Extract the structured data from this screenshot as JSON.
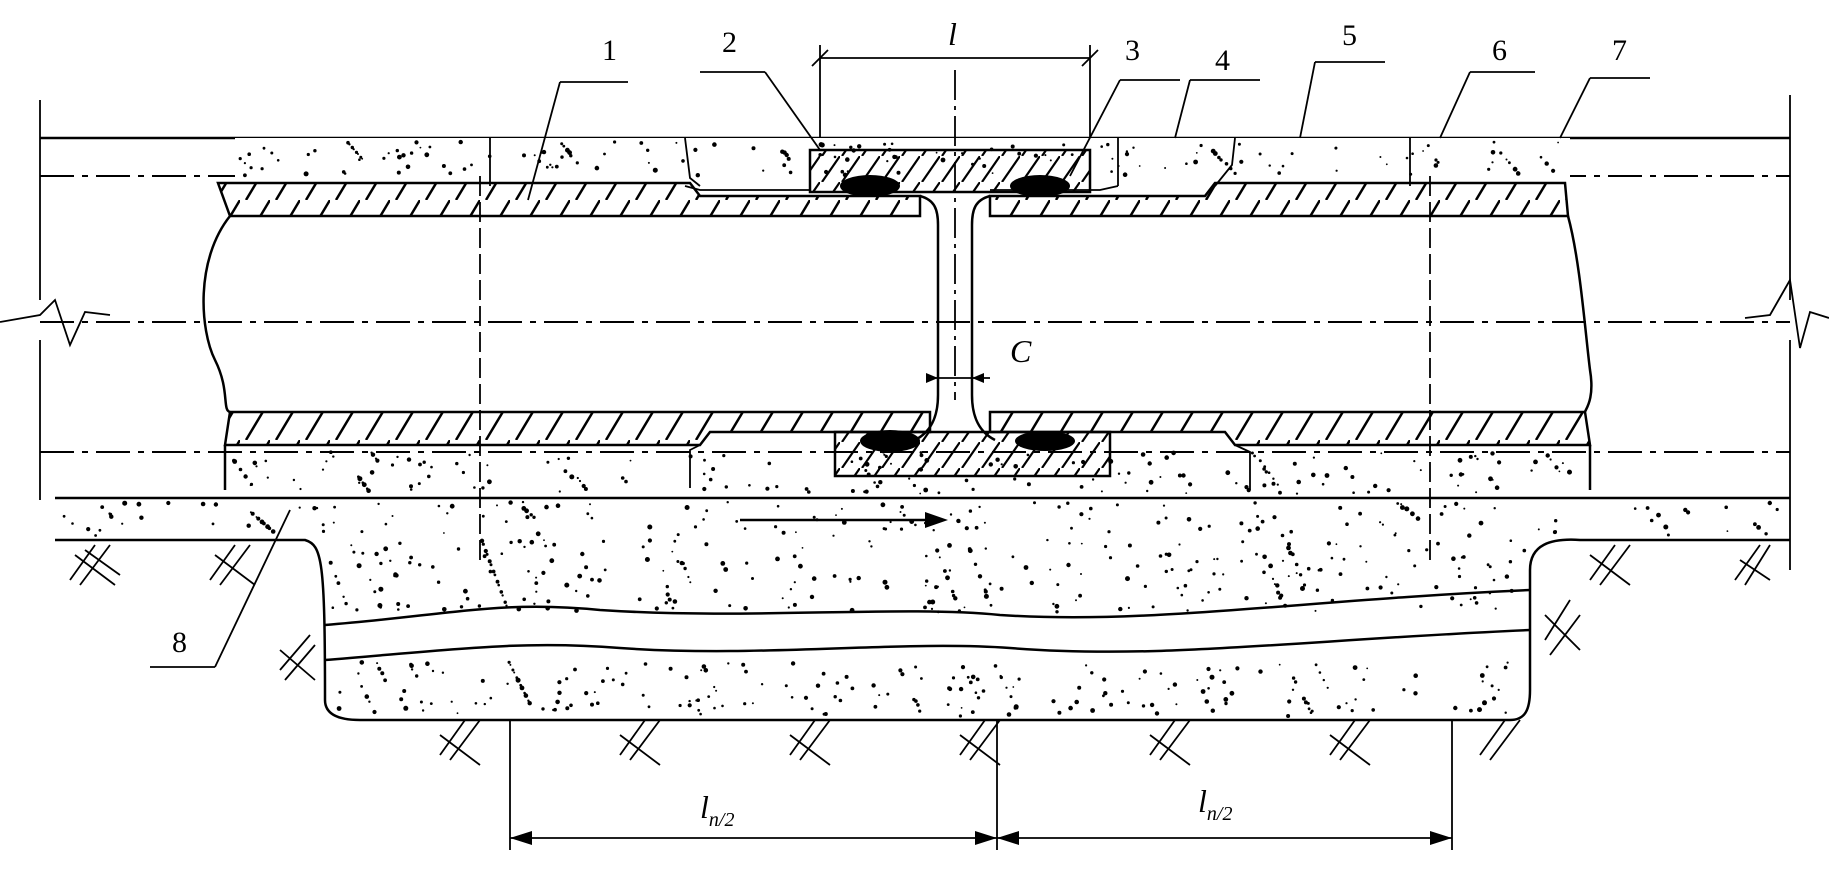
{
  "labels": {
    "callouts": [
      "1",
      "2",
      "3",
      "4",
      "5",
      "6",
      "7",
      "8"
    ],
    "length_symbol": "l",
    "gap_symbol": "C",
    "half_span_main": "l",
    "half_span_sub": "n/2"
  },
  "colors": {
    "ink": "#000000",
    "paper": "#ffffff"
  }
}
